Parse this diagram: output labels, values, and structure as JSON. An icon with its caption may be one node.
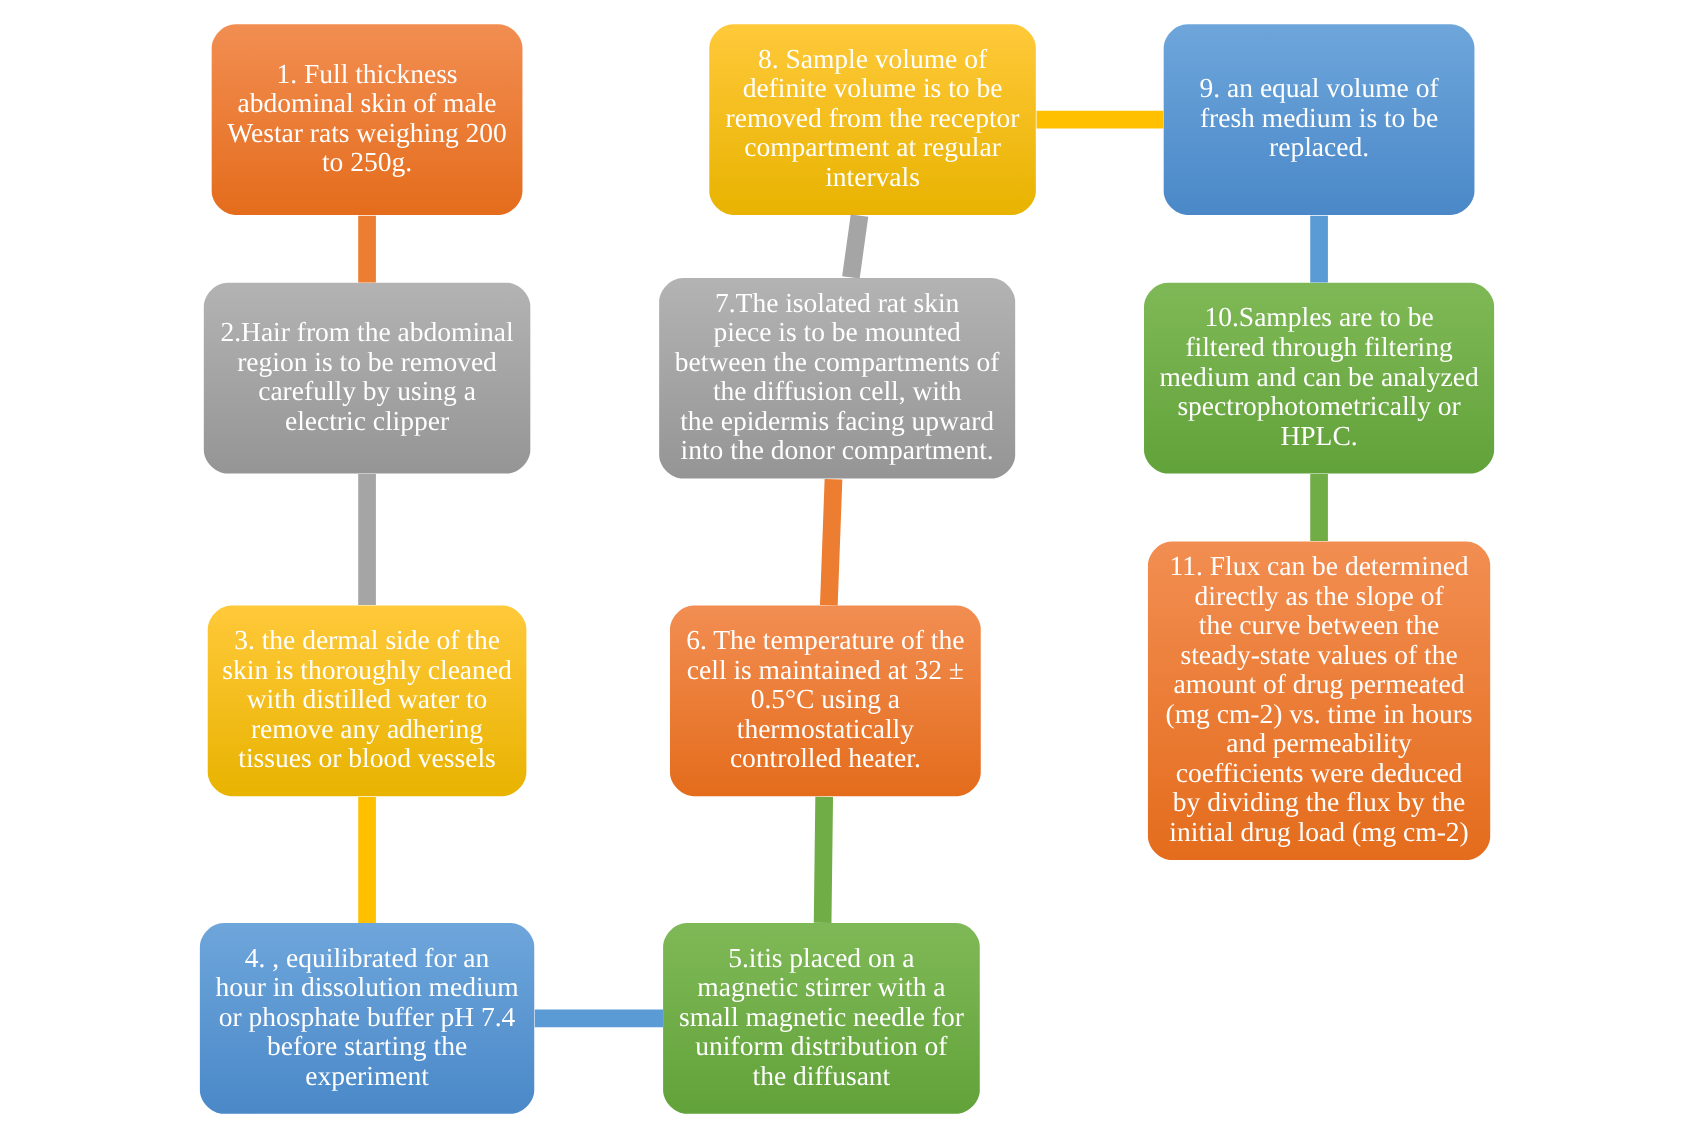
{
  "diagram": {
    "nodes": [
      {
        "text": [
          "1. Full thickness abdominal skin of male Westar rats weighing 200 to 250g."
        ]
      },
      {
        "text": [
          "2.Hair from the abdominal region is to be removed carefully by using a electric clipper"
        ]
      },
      {
        "text": [
          "3. the dermal side of the skin is thoroughly cleaned with distilled water to remove any adhering tissues or blood vessels"
        ]
      },
      {
        "text": [
          "4. , equilibrated for an hour in dissolution medium or phosphate buffer pH 7.4 before starting the experiment"
        ]
      },
      {
        "text": [
          "5.itis placed on a magnetic stirrer with a small magnetic needle for uniform distribution of the diffusant"
        ]
      },
      {
        "text": [
          "6. The temperature of the cell is maintained at 32 ± 0.5°C using a thermostatically controlled heater."
        ]
      },
      {
        "text": [
          "7.The isolated rat skin piece is to be mounted between the compartments of the diffusion cell, with the epidermis facing upward into the donor compartment."
        ]
      },
      {
        "text": [
          "8. Sample volume of definite volume is to be removed from the receptor compartment at regular intervals"
        ]
      },
      {
        "text": [
          "9. an equal volume of fresh medium is to be replaced."
        ]
      },
      {
        "text": [
          "10.Samples are to be filtered through filtering medium and can be analyzed spectrophotometrically or HPLC."
        ]
      },
      {
        "text": [
          "11. Flux can be determined directly as the slope of the curve between the steady-state values of the amount of drug permeated (mg cm-2) vs. time in hours and permeability coefficients were deduced by dividing the flux by the initial drug load (mg cm-2)"
        ]
      }
    ],
    "edges": [
      {
        "from": 0,
        "to": 1,
        "arrow": "none",
        "color": "#ed7d31"
      },
      {
        "from": 1,
        "to": 2,
        "arrow": "none",
        "color": "#a5a5a5"
      },
      {
        "from": 2,
        "to": 3,
        "arrow": "none",
        "color": "#ffc000"
      },
      {
        "from": 3,
        "to": 4,
        "arrow": "none",
        "color": "#5b9bd5"
      },
      {
        "from": 4,
        "to": 5,
        "arrow": "none",
        "color": "#70ad47"
      },
      {
        "from": 5,
        "to": 6,
        "arrow": "none",
        "color": "#ed7d31"
      },
      {
        "from": 6,
        "to": 7,
        "arrow": "none",
        "color": "#a5a5a5"
      },
      {
        "from": 7,
        "to": 8,
        "arrow": "none",
        "color": "#ffc000"
      },
      {
        "from": 8,
        "to": 9,
        "arrow": "none",
        "color": "#5b9bd5"
      },
      {
        "from": 9,
        "to": 10,
        "arrow": "none",
        "color": "#70ad47"
      }
    ]
  }
}
